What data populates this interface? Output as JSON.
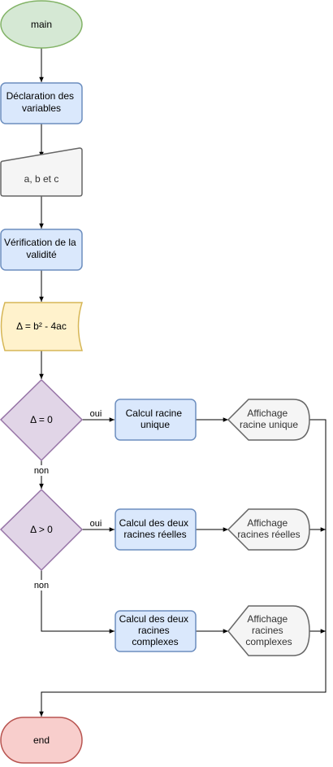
{
  "colors": {
    "terminal_start_fill": "#d5e8d4",
    "terminal_start_stroke": "#82b366",
    "process_fill": "#dae8fc",
    "process_stroke": "#6c8ebf",
    "io_fill": "#f5f5f5",
    "io_stroke": "#666666",
    "formula_fill": "#fff2cc",
    "formula_stroke": "#d6b656",
    "decision_fill": "#e1d5e7",
    "decision_stroke": "#9673a6",
    "terminal_end_fill": "#f8cecc",
    "terminal_end_stroke": "#b85450"
  },
  "nodes": {
    "start": "main",
    "declare": [
      "Déclaration des",
      "variables"
    ],
    "input": "a, b et c",
    "validate": [
      "Vérification de la",
      "validité"
    ],
    "delta": "Δ = b² - 4ac",
    "dec_zero": "Δ = 0",
    "dec_pos": "Δ > 0",
    "calc_unique": [
      "Calcul racine",
      "unique"
    ],
    "calc_real": [
      "Calcul des deux",
      "racines réelles"
    ],
    "calc_complex": [
      "Calcul des deux",
      "racines",
      "complexes"
    ],
    "disp_unique": [
      "Affichage",
      "racine unique"
    ],
    "disp_real": [
      "Affichage",
      "racines réelles"
    ],
    "disp_complex": [
      "Affichage",
      "racines",
      "complexes"
    ],
    "end": "end"
  },
  "edge_labels": {
    "zero_yes": "oui",
    "zero_no": "non",
    "pos_yes": "oui",
    "pos_no": "non"
  }
}
